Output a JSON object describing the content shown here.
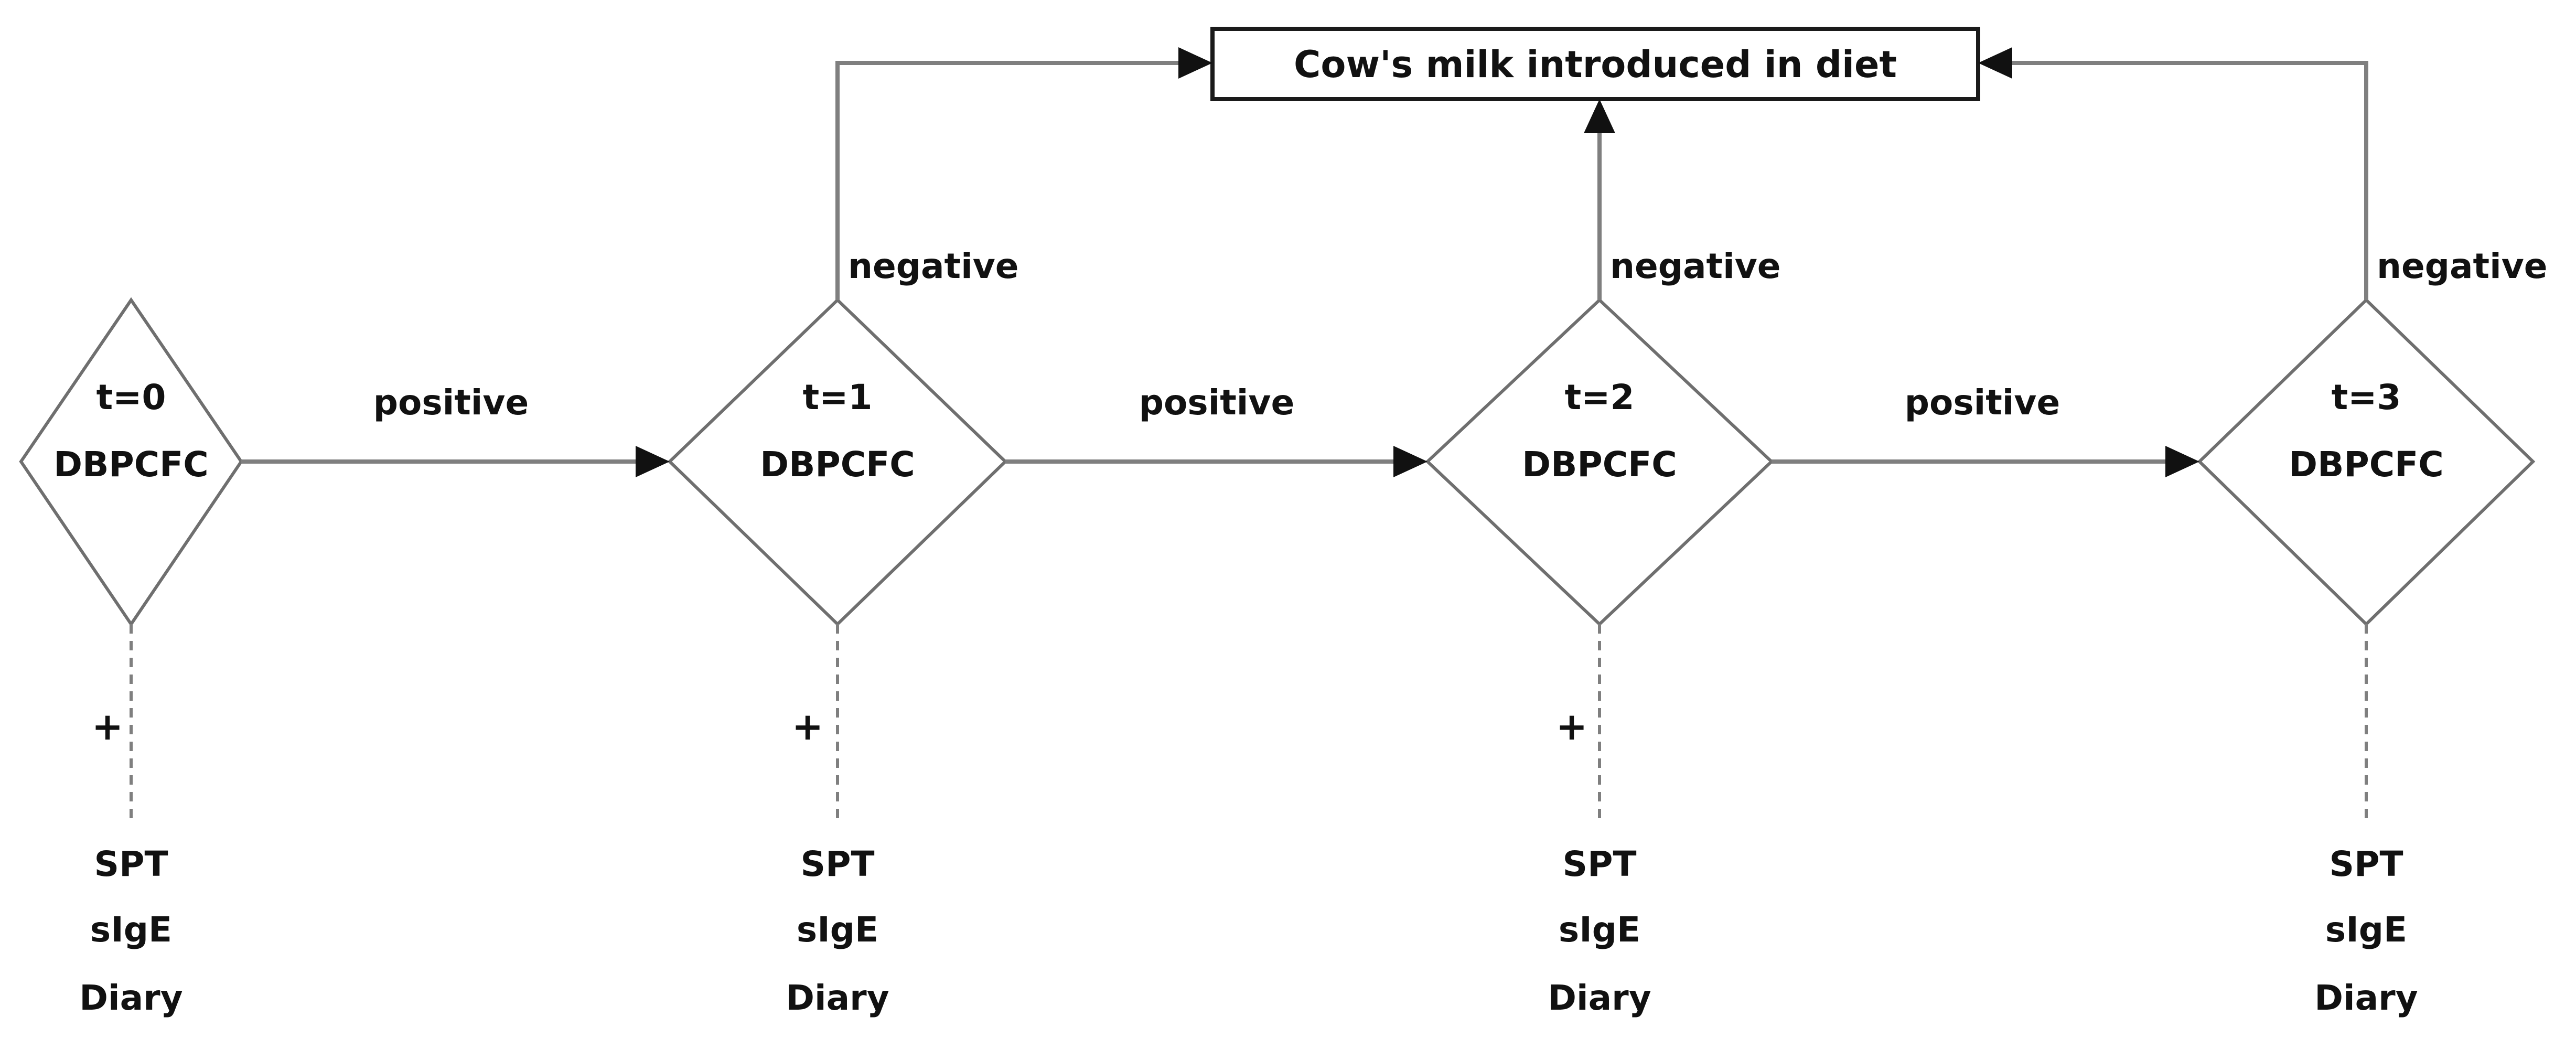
{
  "diagram": {
    "top_box": "Cow's milk introduced in diet",
    "nodes": [
      {
        "time": "t=0",
        "test": "DBPCFC"
      },
      {
        "time": "t=1",
        "test": "DBPCFC"
      },
      {
        "time": "t=2",
        "test": "DBPCFC"
      },
      {
        "time": "t=3",
        "test": "DBPCFC"
      }
    ],
    "positive_label": "positive",
    "negative_label": "negative",
    "plus_marker": "+",
    "tests_below": [
      "SPT",
      "sIgE",
      "Diary"
    ]
  },
  "colors": {
    "line": "#7f7f7f",
    "border": "#6f6f6f",
    "text": "#111111"
  }
}
